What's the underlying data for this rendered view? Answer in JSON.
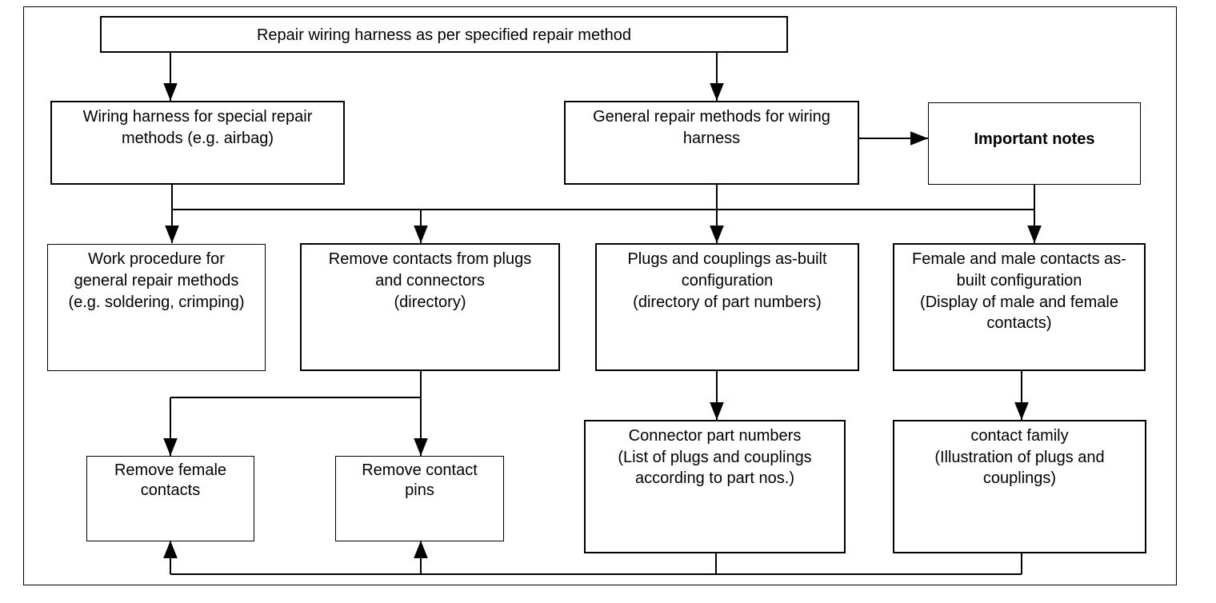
{
  "diagram": {
    "top": {
      "text": "Repair wiring harness as per specified repair method"
    },
    "special": {
      "line1": "Wiring harness for special repair",
      "line2": "methods (e.g. airbag)"
    },
    "general": {
      "line1": "General repair methods for wiring",
      "line2": "harness"
    },
    "notes": {
      "text": "Important notes"
    },
    "work": {
      "line1": "Work procedure for",
      "line2": "general repair methods",
      "line3": "(e.g. soldering, crimping)"
    },
    "remove": {
      "line1": "Remove contacts from plugs",
      "line2": "and connectors",
      "line3": "(directory)"
    },
    "plugs": {
      "line1": "Plugs and couplings as-built",
      "line2": "configuration",
      "line3": "(directory of part numbers)"
    },
    "contacts": {
      "line1": "Female and male contacts as-",
      "line2": "built configuration",
      "line3": "(Display of male and female",
      "line4": "contacts)"
    },
    "female": {
      "line1": "Remove female",
      "line2": "contacts"
    },
    "pins": {
      "line1": "Remove contact",
      "line2": "pins"
    },
    "connector": {
      "line1": "Connector part numbers",
      "line2": "(List of plugs and couplings",
      "line3": "according to part nos.)"
    },
    "family": {
      "line1": "contact family",
      "line2": "(Illustration of plugs and",
      "line3": "couplings)"
    }
  }
}
